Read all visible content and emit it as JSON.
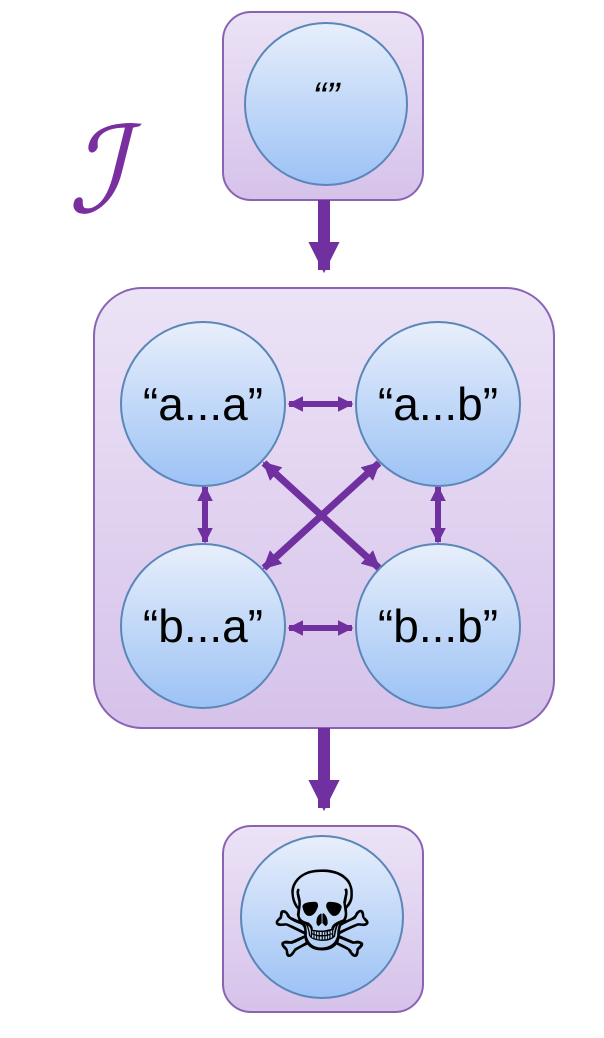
{
  "diagram": {
    "script_label": "ℐ",
    "start_state": {
      "label": "“”"
    },
    "states": [
      {
        "id": "aa",
        "label": "“a...a”"
      },
      {
        "id": "ab",
        "label": "“a...b”"
      },
      {
        "id": "ba",
        "label": "“b...a”"
      },
      {
        "id": "bb",
        "label": "“b...b”"
      }
    ],
    "dead_state": {
      "icon": "skull-and-crossbones-icon",
      "glyph": "☠"
    },
    "colors": {
      "group_fill_top": "#ece3f6",
      "group_fill_bottom": "#d8c4ea",
      "group_stroke": "#8a63b3",
      "circle_fill_top": "#e6eefb",
      "circle_fill_bottom": "#9fc4f6",
      "circle_stroke": "#5a86b8",
      "arrow": "#7030a0"
    }
  }
}
